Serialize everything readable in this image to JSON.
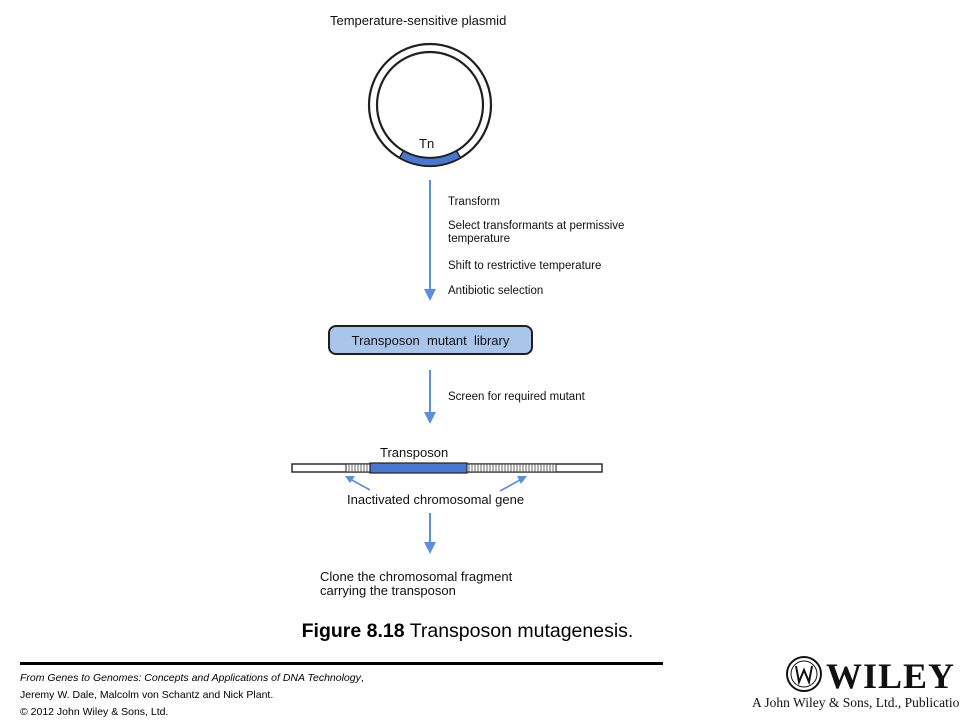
{
  "diagram": {
    "plasmid_title": "Temperature-sensitive plasmid",
    "tn_label": "Tn",
    "steps_1": {
      "transform": "Transform",
      "select_line1": "Select transformants at permissive",
      "select_line2": "temperature",
      "shift": "Shift to restrictive temperature",
      "antibiotic": "Antibiotic selection"
    },
    "library_label": "Transposon  mutant  library",
    "screen_step": "Screen for required mutant",
    "transposon_label": "Transposon",
    "inactivated_label": "Inactivated chromosomal gene",
    "clone_line1": "Clone the chromosomal fragment",
    "clone_line2": "carrying the transposon"
  },
  "caption": {
    "figure_number": "Figure 8.18",
    "figure_title": "Transposon mutagenesis."
  },
  "citation": {
    "book_title": "From Genes to Genomes: Concepts and Applications of DNA Technology",
    "authors": "Jeremy W. Dale, Malcolm von Schantz and Nick Plant.",
    "copyright": "© 2012 John Wiley & Sons, Ltd."
  },
  "publisher": {
    "wordmark": "WILEY",
    "tagline": "A John Wiley & Sons, Ltd., Publication"
  },
  "colors": {
    "transposon_blue": "#4a78cf",
    "arrow_blue": "#5b8fd9",
    "library_fill": "#a9c6ea"
  }
}
